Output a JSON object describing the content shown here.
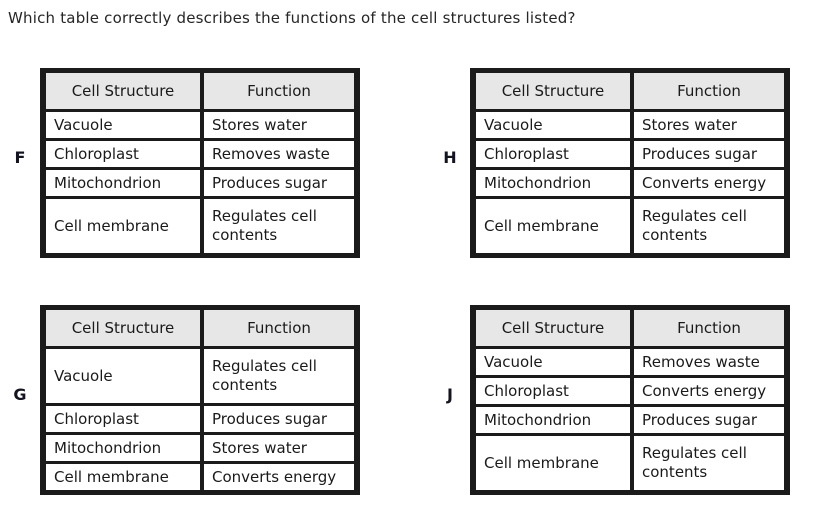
{
  "question": "Which table correctly describes the functions of the cell structures listed?",
  "headers": {
    "structure": "Cell Structure",
    "function": "Function"
  },
  "options": [
    {
      "label": "F",
      "rows": [
        {
          "structure": "Vacuole",
          "function": "Stores water"
        },
        {
          "structure": "Chloroplast",
          "function": "Removes waste"
        },
        {
          "structure": "Mitochondrion",
          "function": "Produces sugar"
        },
        {
          "structure": "Cell membrane",
          "function": "Regulates cell contents"
        }
      ]
    },
    {
      "label": "H",
      "rows": [
        {
          "structure": "Vacuole",
          "function": "Stores water"
        },
        {
          "structure": "Chloroplast",
          "function": "Produces sugar"
        },
        {
          "structure": "Mitochondrion",
          "function": "Converts energy"
        },
        {
          "structure": "Cell membrane",
          "function": "Regulates cell contents"
        }
      ]
    },
    {
      "label": "G",
      "rows": [
        {
          "structure": "Vacuole",
          "function": "Regulates cell contents"
        },
        {
          "structure": "Chloroplast",
          "function": "Produces sugar"
        },
        {
          "structure": "Mitochondrion",
          "function": "Stores water"
        },
        {
          "structure": "Cell membrane",
          "function": "Converts energy"
        }
      ]
    },
    {
      "label": "J",
      "rows": [
        {
          "structure": "Vacuole",
          "function": "Removes waste"
        },
        {
          "structure": "Chloroplast",
          "function": "Converts energy"
        },
        {
          "structure": "Mitochondrion",
          "function": "Produces sugar"
        },
        {
          "structure": "Cell membrane",
          "function": "Regulates cell contents"
        }
      ]
    }
  ],
  "colors": {
    "page_bg": "#ffffff",
    "grid": "#1b1b1b",
    "header_bg": "#e7e7e7",
    "text": "#1a1a1a"
  }
}
